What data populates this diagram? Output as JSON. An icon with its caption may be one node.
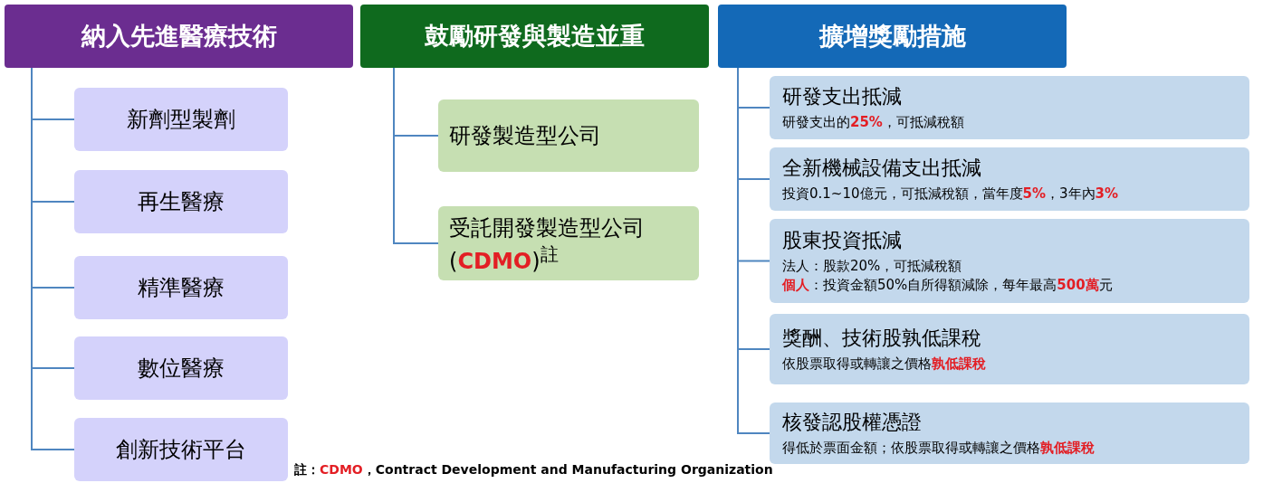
{
  "diagram": {
    "nodes": [
      {
        "text": [
          "納入先進醫療技術"
        ]
      },
      {
        "text": [
          "新劑型製劑"
        ]
      },
      {
        "text": [
          "再生醫療"
        ]
      },
      {
        "text": [
          "精準醫療"
        ]
      },
      {
        "text": [
          "數位醫療"
        ]
      },
      {
        "text": [
          "創新技術平台"
        ]
      },
      {
        "text": [
          "鼓勵研發與製造並重"
        ]
      },
      {
        "text": [
          "研發製造型公司"
        ]
      },
      {
        "text": [
          "受託開發製造型公司(**CDMO**)$^{註}$"
        ]
      },
      {
        "text": [
          "擴增獎勵措施"
        ]
      },
      {
        "text": [
          "研發支出抵減",
          "研發支出的**25%**，可抵減稅額"
        ]
      },
      {
        "text": [
          "全新機械設備支出抵減",
          "投資0.1~10億元，可抵減稅額，當年度**5%**，3年內**3%**"
        ]
      },
      {
        "text": [
          "股東投資抵減",
          "法人：股款20%，可抵減稅額",
          "**個人**：投資金額50%自所得額減除，每年最高**500萬**元"
        ]
      },
      {
        "text": [
          "獎酬、技術股孰低課稅",
          "依股票取得或轉讓之價格**孰低課稅**"
        ]
      },
      {
        "text": [
          "核發認股權憑證",
          "得低於票面金額；依股票取得或轉讓之價格**孰低課稅**"
        ]
      }
    ],
    "edges": [
      {
        "from": 0,
        "to": 1,
        "arrow": "none"
      },
      {
        "from": 0,
        "to": 2,
        "arrow": "none"
      },
      {
        "from": 0,
        "to": 3,
        "arrow": "none"
      },
      {
        "from": 0,
        "to": 4,
        "arrow": "none"
      },
      {
        "from": 0,
        "to": 5,
        "arrow": "none"
      },
      {
        "from": 6,
        "to": 7,
        "arrow": "none"
      },
      {
        "from": 6,
        "to": 8,
        "arrow": "none"
      },
      {
        "from": 9,
        "to": 10,
        "arrow": "none"
      },
      {
        "from": 9,
        "to": 11,
        "arrow": "none"
      },
      {
        "from": 9,
        "to": 12,
        "arrow": "none"
      },
      {
        "from": 9,
        "to": 13,
        "arrow": "none"
      },
      {
        "from": 9,
        "to": 14,
        "arrow": "none"
      }
    ],
    "labels": [
      "註：**CDMO**，Contract Development and Manufacturing Organization"
    ]
  }
}
